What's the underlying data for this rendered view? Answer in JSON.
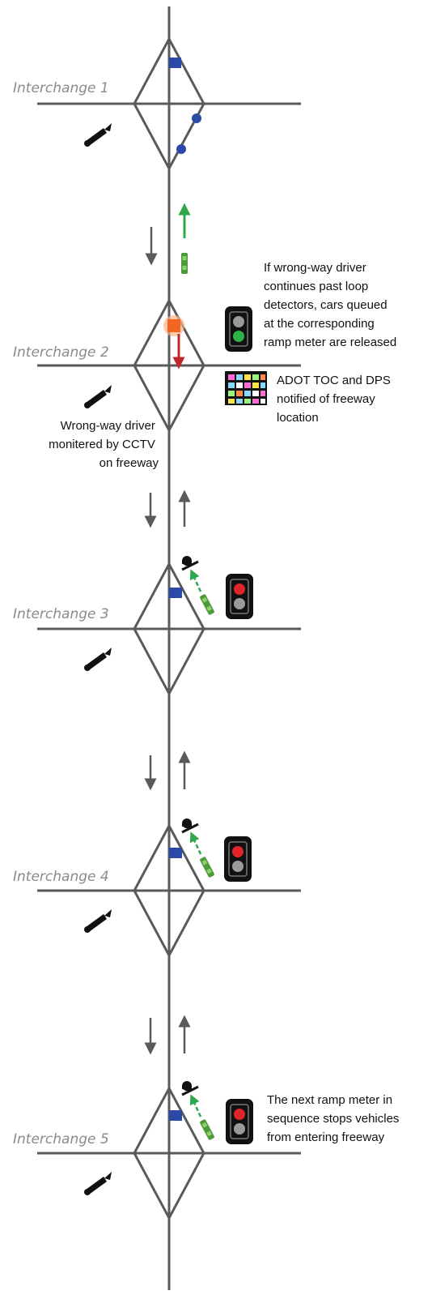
{
  "interchanges": [
    {
      "label": "Interchange 1"
    },
    {
      "label": "Interchange 2"
    },
    {
      "label": "Interchange 3"
    },
    {
      "label": "Interchange 4"
    },
    {
      "label": "Interchange 5"
    }
  ],
  "notes": {
    "wrong_way_continues": [
      "If wrong-way driver",
      "continues past loop",
      "detectors, cars queued",
      "at the corresponding",
      "ramp meter are released"
    ],
    "adot_notified": [
      "ADOT TOC and DPS",
      "notified of freeway",
      "location"
    ],
    "cctv_monitor": [
      "Wrong-way driver",
      "monitered by CCTV",
      "on freeway"
    ],
    "next_ramp_meter": [
      "The next ramp meter in",
      "sequence stops vehicles",
      "from entering freeway"
    ]
  },
  "icons": {
    "camera": "cctv-camera-icon",
    "signal": "ramp-meter-signal-icon",
    "board": "message-board-icon",
    "gate": "gate-arm-icon",
    "detector": "loop-detector-icon"
  },
  "colors": {
    "road": "#5a5a5a",
    "detector": "#2b4aa8",
    "wrong_way_arrow": "#c0262a",
    "vehicle_arrow": "#2ea84a",
    "signal_green": "#2eb34a",
    "signal_red": "#e0262a",
    "alert": "#f26522"
  }
}
